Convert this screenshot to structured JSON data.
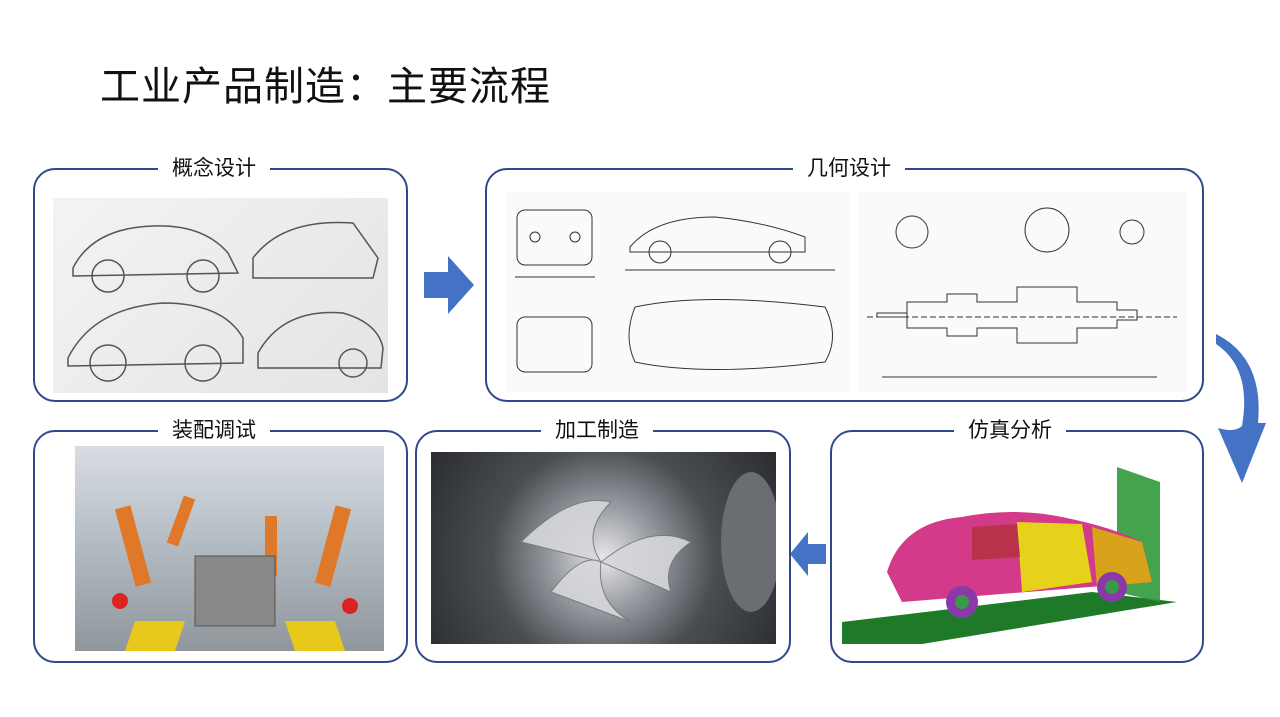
{
  "title": "工业产品制造：主要流程",
  "steps": [
    {
      "label": "概念设计",
      "image": "car-concept-sketches"
    },
    {
      "label": "几何设计",
      "image": "technical-drawings"
    },
    {
      "label": "仿真分析",
      "image": "car-simulation-model"
    },
    {
      "label": "加工制造",
      "image": "machining-impeller"
    },
    {
      "label": "装配调试",
      "image": "robotic-assembly-line"
    }
  ],
  "colors": {
    "border": "#2f4a8a",
    "arrow": "#4472c4"
  }
}
